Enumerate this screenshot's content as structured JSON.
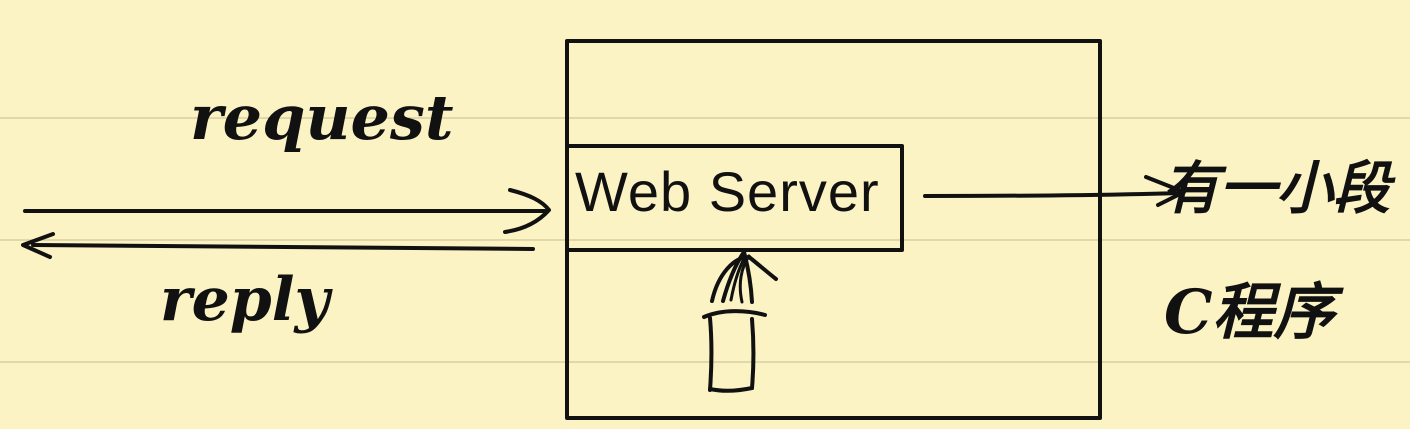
{
  "labels": {
    "request": "request",
    "reply": "reply",
    "web_server": "Web Server",
    "external_line1": "有一小段",
    "external_line2": "C程序"
  },
  "colors": {
    "paper": "#fbf3c4",
    "ruled_line": "#d8cf9f",
    "ink": "#111111"
  }
}
